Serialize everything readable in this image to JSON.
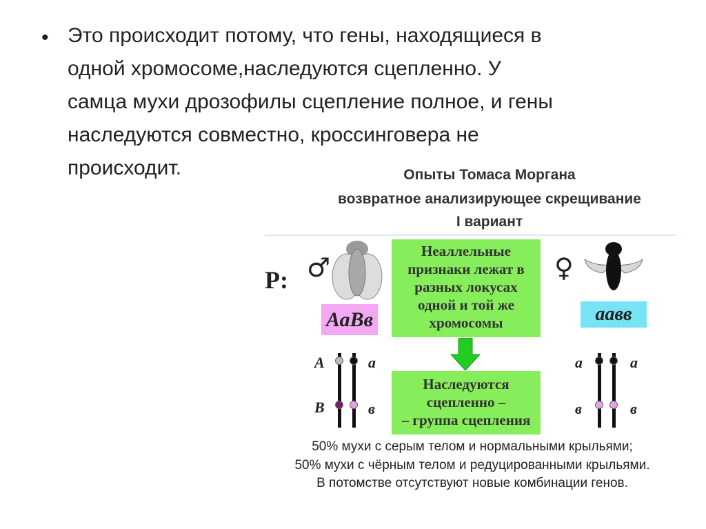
{
  "slide": {
    "bullet_symbol": "•",
    "bullet_lines": [
      "Это происходит потому, что гены, находящиеся в",
      "одной хромосоме,наследуются сцепленно. У",
      "самца мухи дрозофилы сцепление полное, и гены",
      "наследуются совместно, кроссинговера не",
      "происходит."
    ]
  },
  "figure": {
    "title_lines": [
      "Опыты Томаса Моргана",
      "возвратное анализирующее скрещивание",
      "I вариант"
    ],
    "parents_label": "P:",
    "male_symbol": "♂",
    "female_symbol": "♀",
    "male_genotype": "АаВв",
    "female_genotype": "аавв",
    "box1_lines": [
      "Неаллельные",
      "признаки лежат в",
      "разных локусах",
      "одной и той же",
      "хромосомы"
    ],
    "box2_lines": [
      "Наследуются",
      "сцепленно –",
      "– группа сцепления"
    ],
    "male_alleles": {
      "top_left": "А",
      "top_right": "а",
      "bottom_left": "В",
      "bottom_right": "в"
    },
    "female_alleles": {
      "top_left": "а",
      "top_right": "а",
      "bottom_left": "в",
      "bottom_right": "в"
    },
    "result_lines": [
      "50% мухи с серым телом и нормальными крыльями;",
      "50% мухи с чёрным телом и редуцированными крыльями.",
      "В потомстве отсутствуют новые комбинации генов."
    ],
    "colors": {
      "green_box": "#86ee5a",
      "male_genotype_bg": "#f2a8f2",
      "female_genotype_bg": "#76e4f2",
      "arrow": "#22cc22",
      "dot_grey": "#bbbbbb",
      "dot_black": "#111111",
      "dot_purple": "#7a1a6a",
      "dot_pink": "#e8a0e8"
    },
    "icons": [
      "male-fly-icon",
      "female-fly-icon",
      "down-arrow-icon"
    ]
  }
}
